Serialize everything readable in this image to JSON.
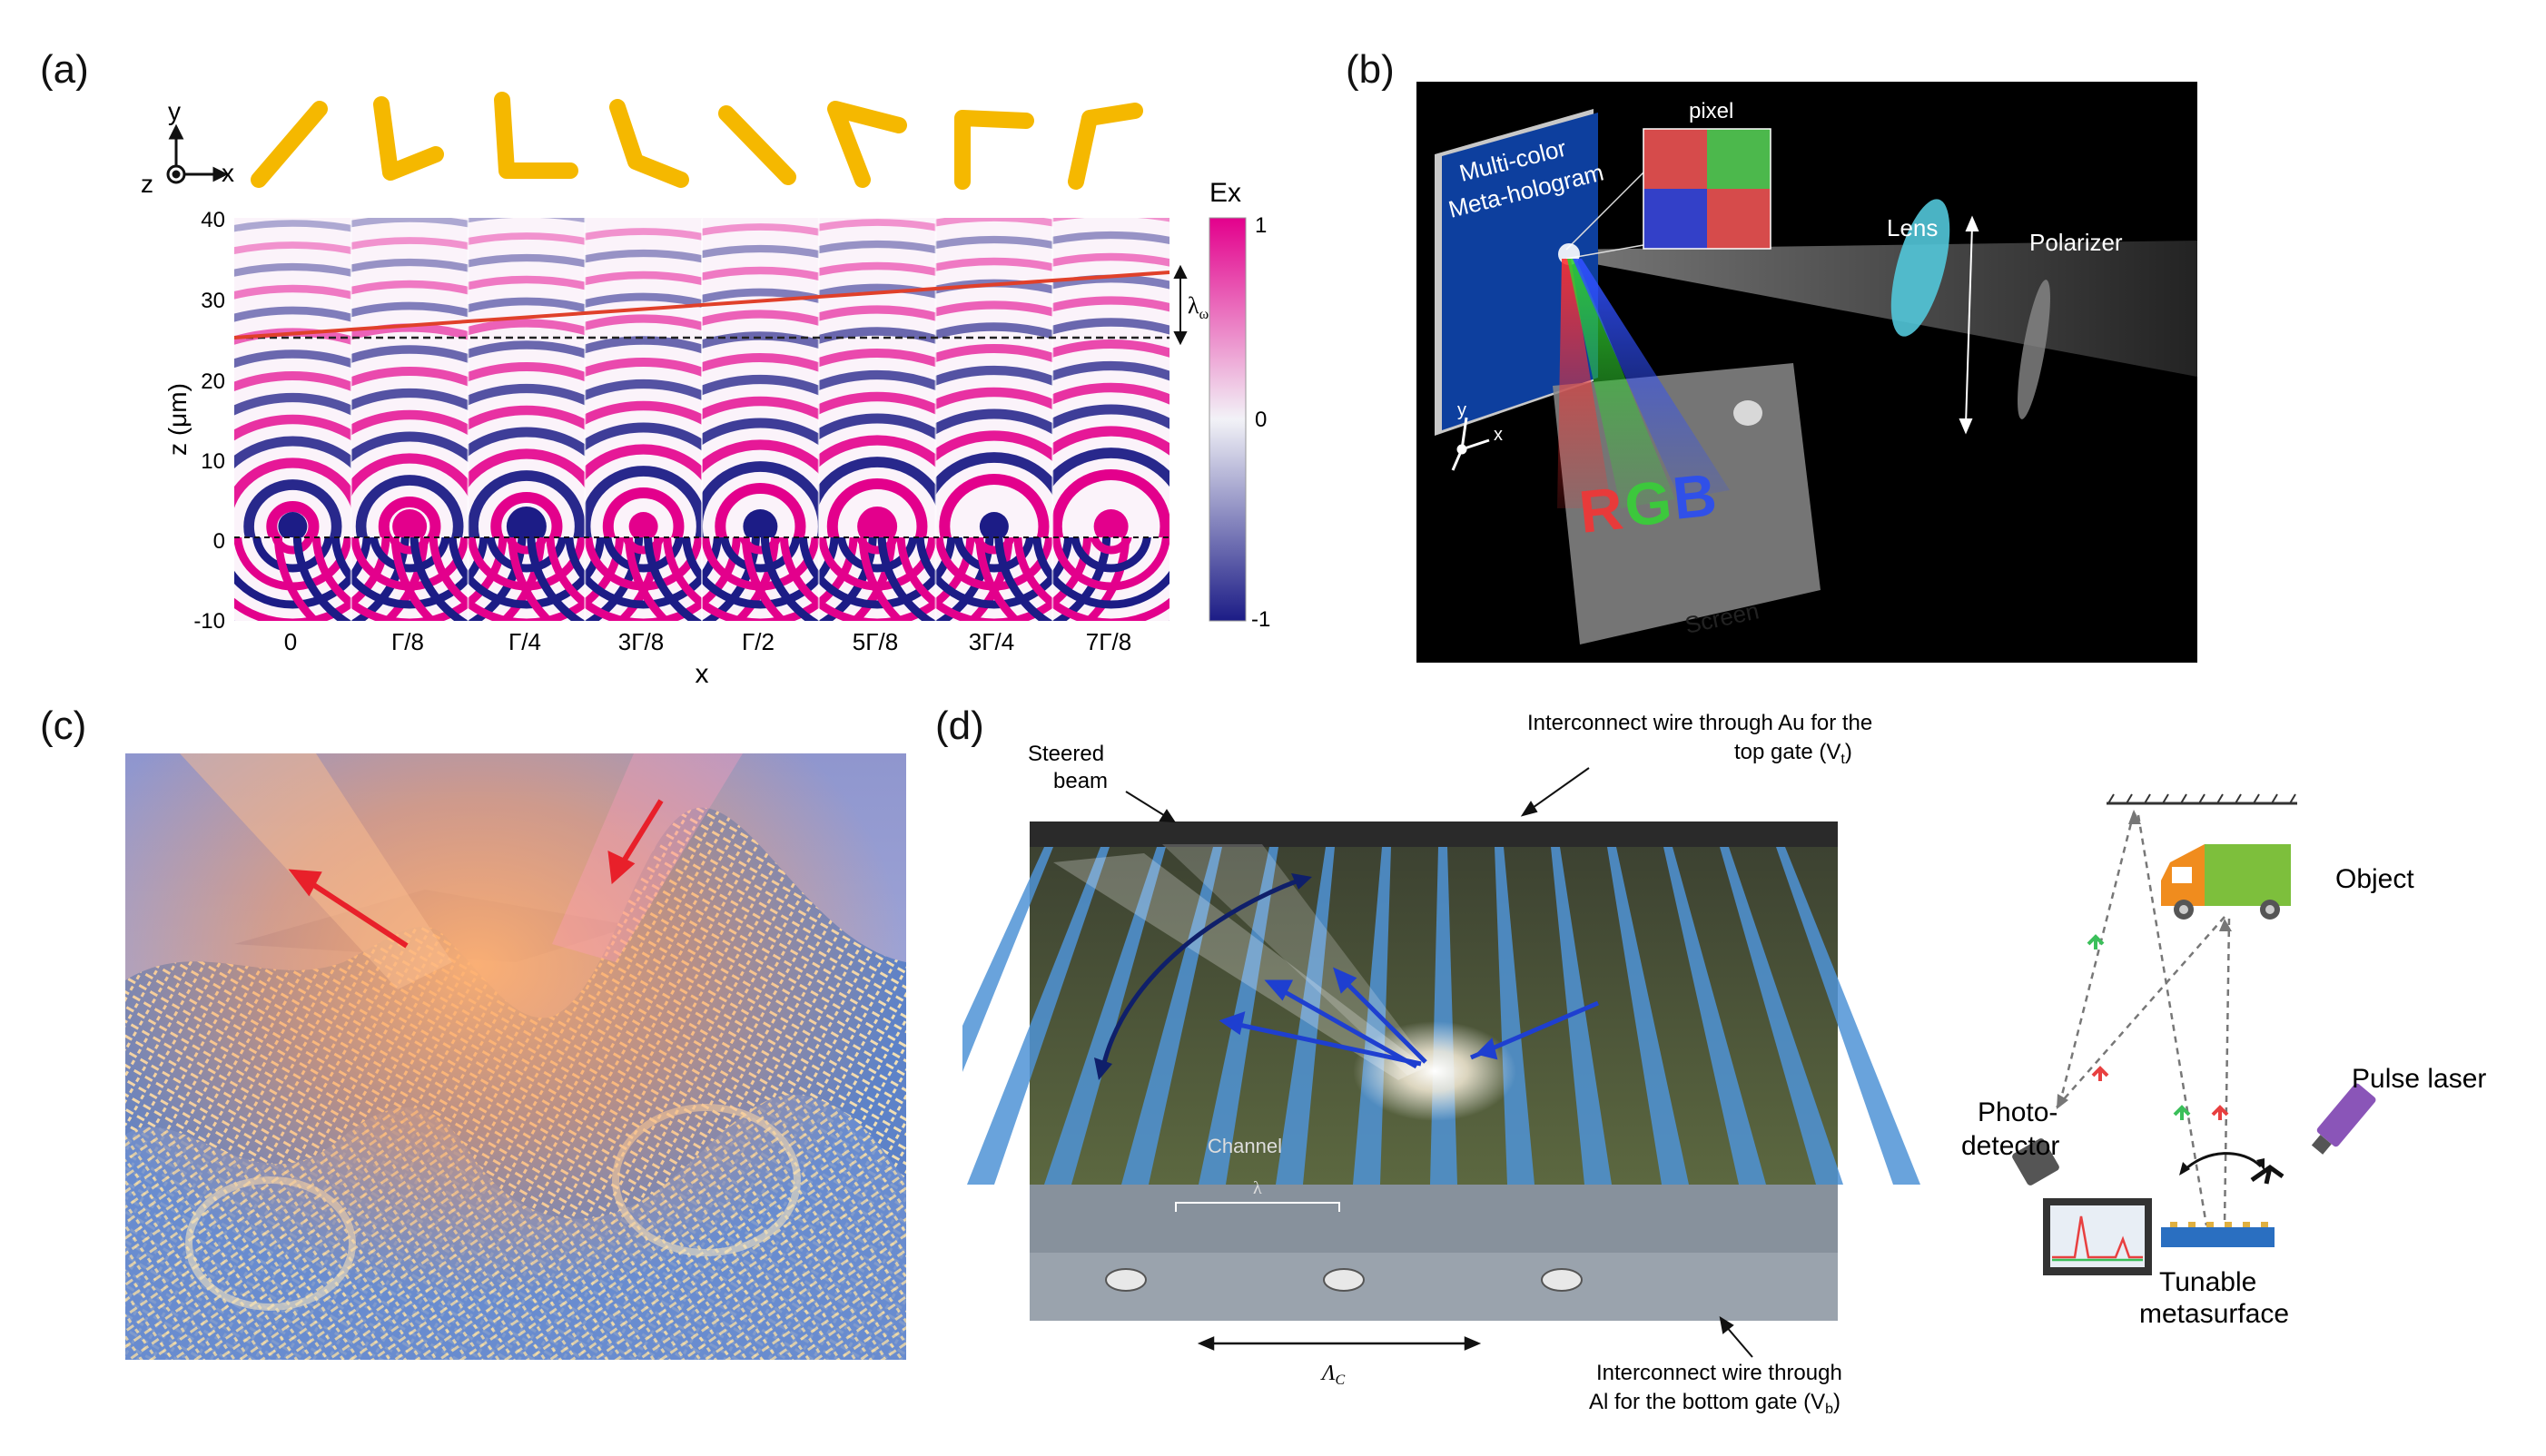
{
  "figure": {
    "panel_a": {
      "label": "(a)",
      "axis_y": "y",
      "axis_z": "z",
      "axis_x": "x",
      "ylabel": "z (μm)",
      "xlabel": "x",
      "yticks": [
        "40",
        "30",
        "20",
        "10",
        "0",
        "-10"
      ],
      "xticks": [
        "0",
        "Γ/8",
        "Γ/4",
        "3Γ/8",
        "Γ/2",
        "5Γ/8",
        "3Γ/4",
        "7Γ/8"
      ],
      "colorbar_title": "Ex",
      "colorbar_ticks": [
        "1",
        "0",
        "-1"
      ],
      "wavelength_label": "λ",
      "wavelength_sub": "ω",
      "ex_field_range": [
        -1,
        1
      ],
      "z_range_um": [
        -10,
        40
      ],
      "colors": {
        "magenta": "#e3008c",
        "navy": "#1c1c86",
        "antenna": "#f5b800",
        "refline": "#e0402a"
      }
    },
    "panel_b": {
      "label": "(b)",
      "hologram_title_1": "Multi-color",
      "hologram_title_2": "Meta-hologram",
      "pixel_label": "pixel",
      "lens_label": "Lens",
      "polarizer_label": "Polarizer",
      "screen_label": "Screen",
      "rgb_r": "R",
      "rgb_g": "G",
      "rgb_b": "B",
      "axis_y": "y",
      "axis_x": "x"
    },
    "panel_c": {
      "label": "(c)"
    },
    "panel_d": {
      "label": "(d)",
      "steered_1": "Steered",
      "steered_2": "beam",
      "top_wire_1": "Interconnect wire through Au for the",
      "top_wire_2": "top gate (V",
      "top_wire_2_sub": "t",
      "top_wire_2_end": ")",
      "channel_label": "Channel",
      "lambda_label": "λ",
      "lambda_c": "Λ",
      "lambda_c_sub": "C",
      "bottom_wire_1": "Interconnect wire through",
      "bottom_wire_2": "Al for the bottom gate (V",
      "bottom_wire_2_sub": "b",
      "bottom_wire_2_end": ")",
      "object_label": "Object",
      "pulse_laser_label": "Pulse laser",
      "photo_1": "Photo-",
      "photo_2": "detector",
      "tunable_1": "Tunable",
      "tunable_2": "metasurface"
    }
  }
}
